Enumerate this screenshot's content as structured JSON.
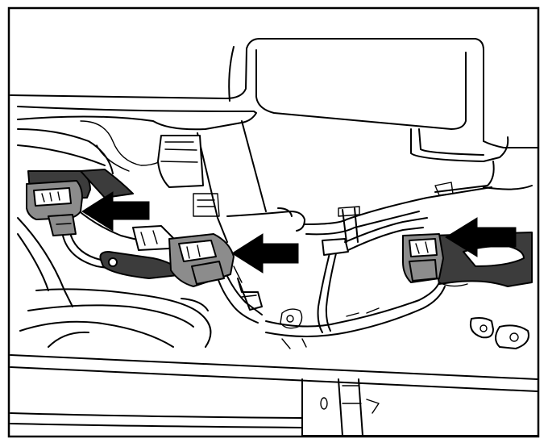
{
  "figure": {
    "colors": {
      "line": "#000000",
      "background": "#ffffff",
      "connector_fill": "#8c8c8c",
      "bracket_fill": "#3c3c3c",
      "arrow_fill": "#000000"
    },
    "connectors": [
      {
        "id": "left",
        "arrow_direction": "left",
        "icon": "arrow-left"
      },
      {
        "id": "center",
        "arrow_direction": "left",
        "icon": "arrow-left"
      },
      {
        "id": "right",
        "arrow_direction": "left",
        "icon": "arrow-left"
      }
    ]
  }
}
